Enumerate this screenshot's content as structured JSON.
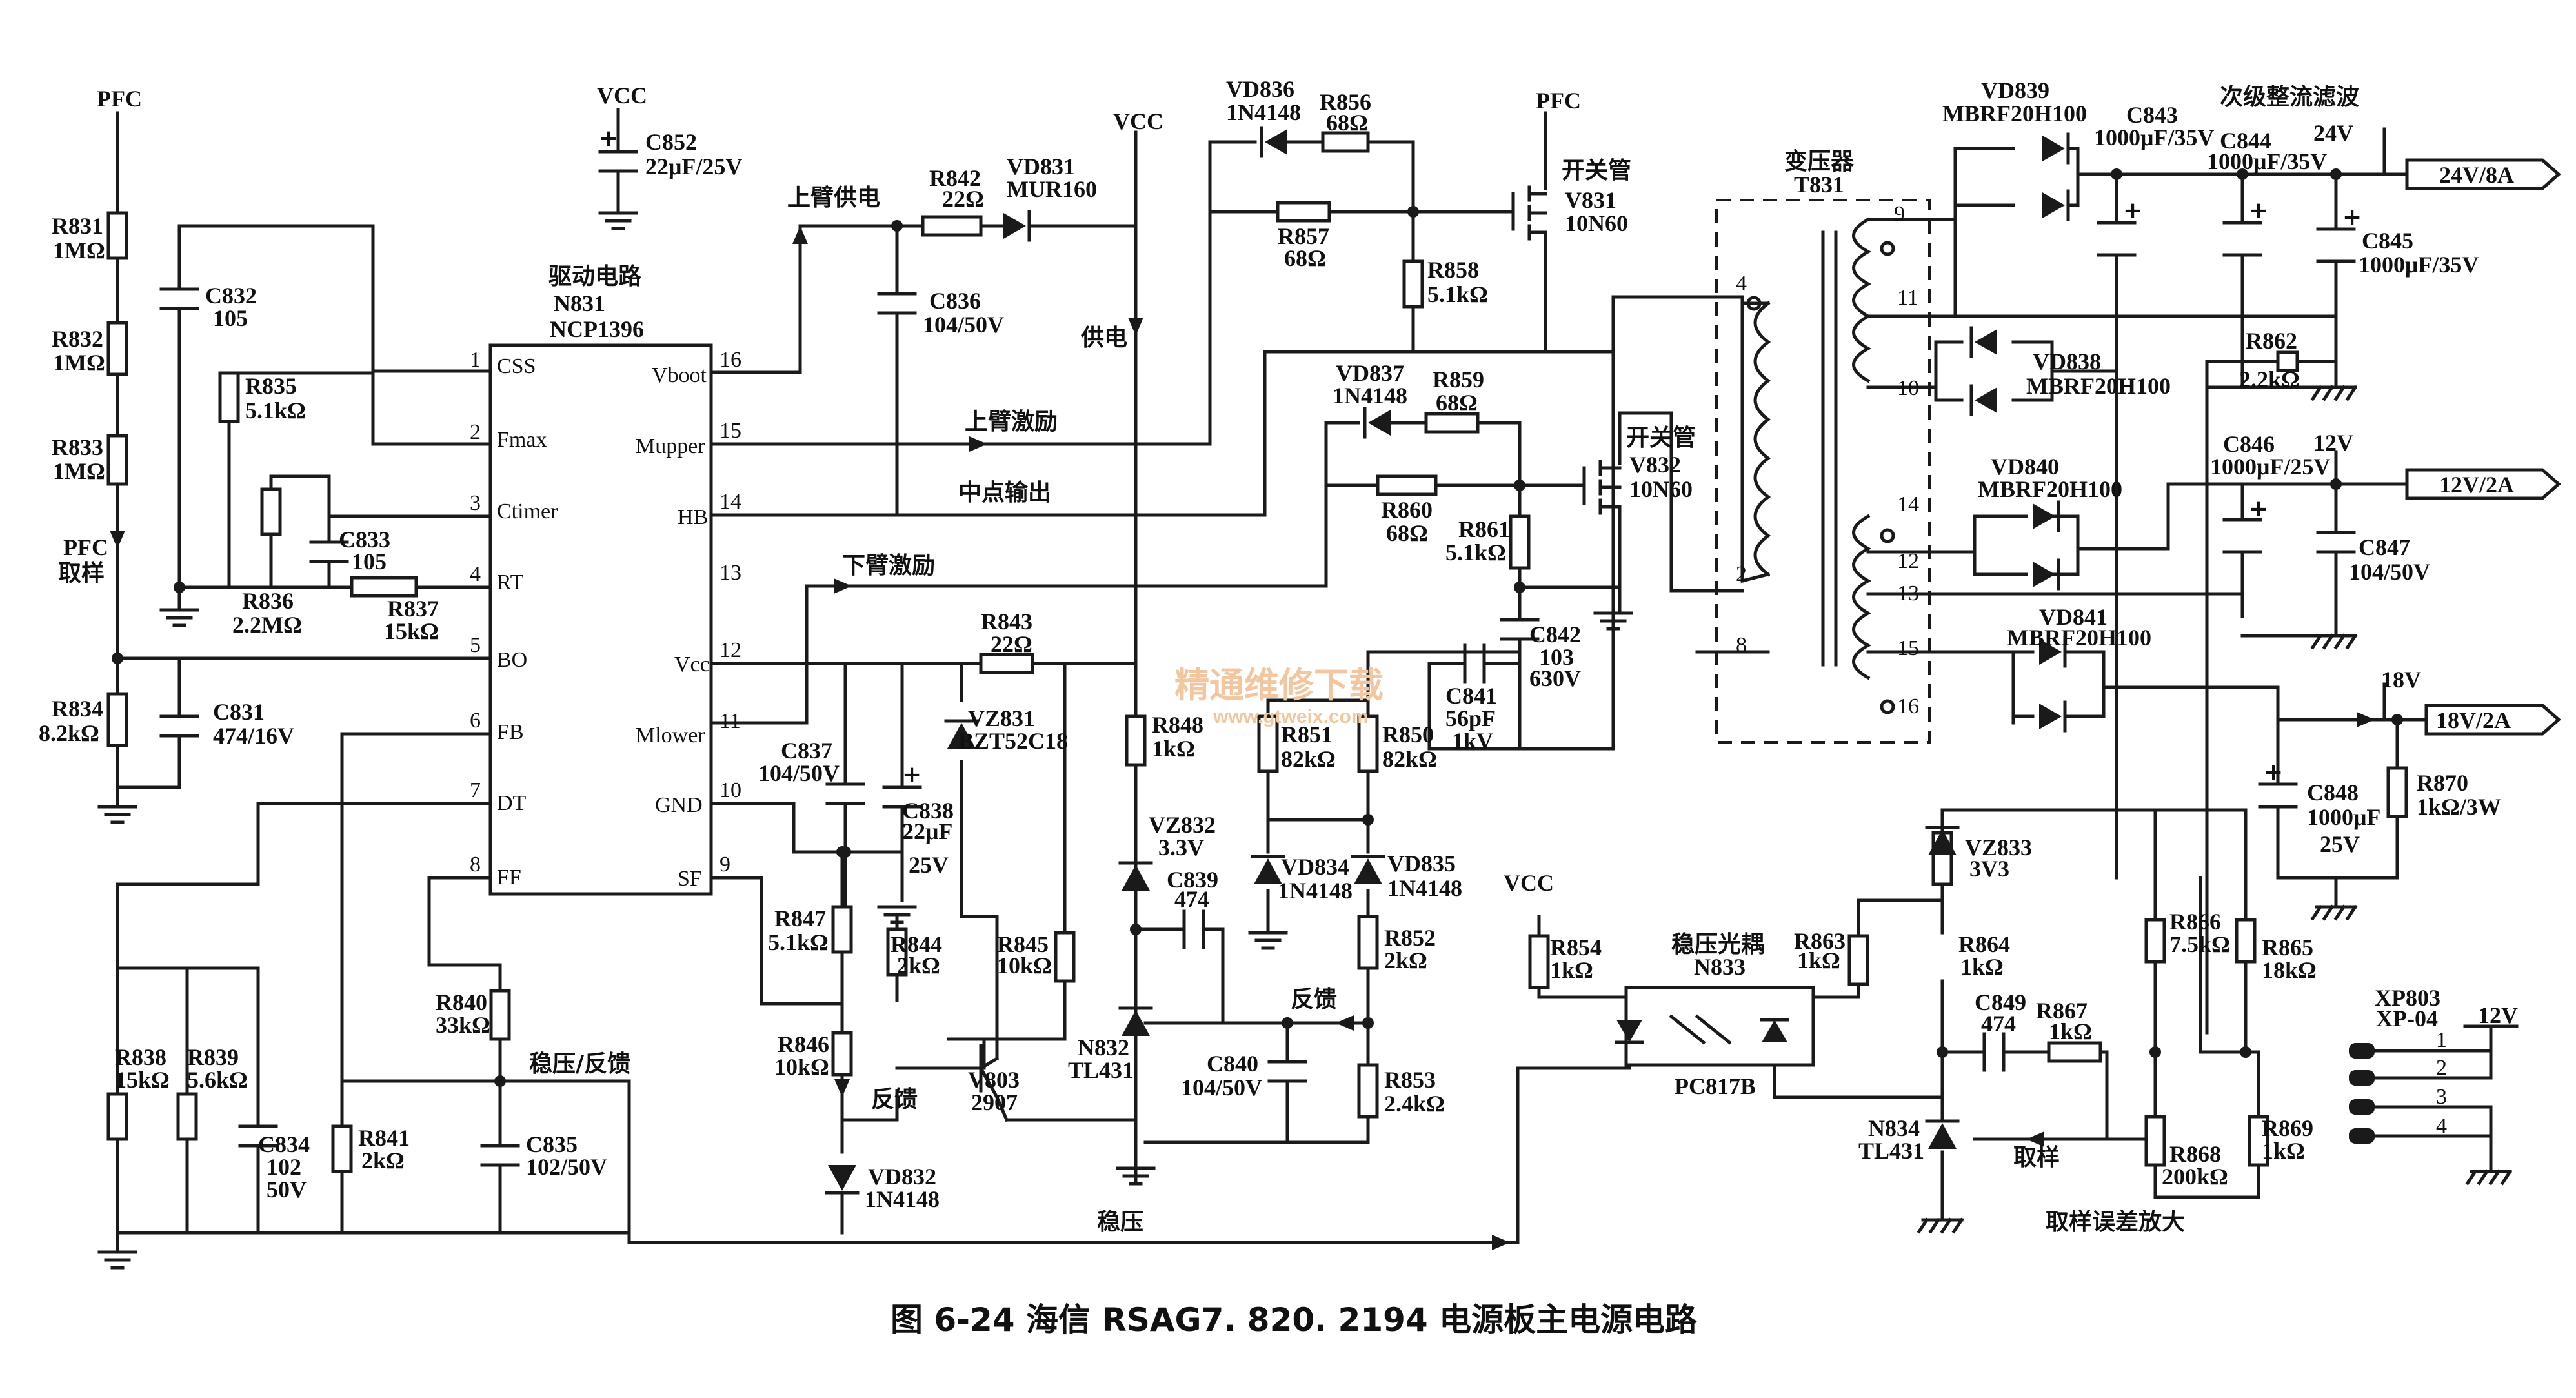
{
  "caption": "图 6-24   海信 RSAG7. 820. 2194 电源板主电源电路",
  "watermark": {
    "text": "精通维修下载",
    "url": "www.gtweix.com"
  },
  "rails": {
    "pfc1": "PFC",
    "pfc2": "PFC",
    "vcc1": "VCC",
    "vcc2": "VCC",
    "vcc3": "VCC"
  },
  "ic_driver": {
    "title": "驱动电路",
    "ref": "N831",
    "part": "NCP1396",
    "left_pins": [
      {
        "num": "1",
        "name": "CSS"
      },
      {
        "num": "2",
        "name": "Fmax"
      },
      {
        "num": "3",
        "name": "Ctimer"
      },
      {
        "num": "4",
        "name": "RT"
      },
      {
        "num": "5",
        "name": "BO"
      },
      {
        "num": "6",
        "name": "FB"
      },
      {
        "num": "7",
        "name": "DT"
      },
      {
        "num": "8",
        "name": "FF"
      }
    ],
    "right_pins": [
      {
        "num": "16",
        "name": "Vboot"
      },
      {
        "num": "15",
        "name": "Mupper"
      },
      {
        "num": "14",
        "name": "HB"
      },
      {
        "num": "13",
        "name": ""
      },
      {
        "num": "12",
        "name": "Vcc"
      },
      {
        "num": "11",
        "name": "Mlower"
      },
      {
        "num": "10",
        "name": "GND"
      },
      {
        "num": "9",
        "name": "SF"
      }
    ]
  },
  "components": {
    "r831": [
      "R831",
      "1MΩ"
    ],
    "r832": [
      "R832",
      "1MΩ"
    ],
    "r833": [
      "R833",
      "1MΩ"
    ],
    "pfc_sample": [
      "PFC",
      "取样"
    ],
    "r834": [
      "R834",
      "8.2kΩ"
    ],
    "c831": [
      "C831",
      "474/16V"
    ],
    "c832": [
      "C832",
      "105"
    ],
    "r835": [
      "R835",
      "5.1kΩ"
    ],
    "c833": [
      "C833",
      "105"
    ],
    "r836": [
      "R836",
      "2.2MΩ"
    ],
    "r837": [
      "R837",
      "15kΩ"
    ],
    "c852": [
      "C852",
      "22μF/25V"
    ],
    "r842": [
      "R842",
      "22Ω"
    ],
    "vd831": [
      "VD831",
      "MUR160"
    ],
    "c836": [
      "C836",
      "104/50V"
    ],
    "vd836": [
      "VD836",
      "1N4148"
    ],
    "r856": [
      "R856",
      "68Ω"
    ],
    "r857": [
      "R857",
      "68Ω"
    ],
    "r858": [
      "R858",
      "5.1kΩ"
    ],
    "v831": [
      "开关管",
      "V831",
      "10N60"
    ],
    "vd837": [
      "VD837",
      "1N4148"
    ],
    "r859": [
      "R859",
      "68Ω"
    ],
    "r860": [
      "R860",
      "68Ω"
    ],
    "r861": [
      "R861",
      "5.1kΩ"
    ],
    "v832": [
      "开关管",
      "V832",
      "10N60"
    ],
    "c842": [
      "C842",
      "103",
      "630V"
    ],
    "c841": [
      "C841",
      "56pF",
      "1kV"
    ],
    "t831": [
      "变压器",
      "T831"
    ],
    "r843": [
      "R843",
      "22Ω"
    ],
    "vz831": [
      "VZ831",
      "BZT52C18"
    ],
    "c837": [
      "C837",
      "104/50V"
    ],
    "c838": [
      "C838",
      "22μF",
      "25V"
    ],
    "r848": [
      "R848",
      "1kΩ"
    ],
    "r851": [
      "R851",
      "82kΩ"
    ],
    "r850": [
      "R850",
      "82kΩ"
    ],
    "vd834": [
      "VD834",
      "1N4148"
    ],
    "vd835": [
      "VD835",
      "1N4148"
    ],
    "vz832": [
      "VZ832",
      "3.3V"
    ],
    "c839": [
      "C839",
      "474"
    ],
    "r852": [
      "R852",
      "2kΩ"
    ],
    "n832": [
      "N832",
      "TL431"
    ],
    "c840": [
      "C840",
      "104/50V"
    ],
    "r853": [
      "R853",
      "2.4kΩ"
    ],
    "r847": [
      "R847",
      "5.1kΩ"
    ],
    "r844": [
      "R844",
      "2kΩ"
    ],
    "r845": [
      "R845",
      "10kΩ"
    ],
    "r846": [
      "R846",
      "10kΩ"
    ],
    "v803": [
      "V803",
      "2907"
    ],
    "vd832": [
      "VD832",
      "1N4148"
    ],
    "r838": [
      "R838",
      "15kΩ"
    ],
    "r839": [
      "R839",
      "5.6kΩ"
    ],
    "c834": [
      "C834",
      "102",
      "50V"
    ],
    "r841": [
      "R841",
      "2kΩ"
    ],
    "r840": [
      "R840",
      "33kΩ"
    ],
    "c835": [
      "C835",
      "102/50V"
    ],
    "r854": [
      "R854",
      "1kΩ"
    ],
    "n833": [
      "稳压光耦",
      "N833",
      "PC817B"
    ],
    "r863": [
      "R863",
      "1kΩ"
    ],
    "vz833": [
      "VZ833",
      "3V3"
    ],
    "r864": [
      "R864",
      "1kΩ"
    ],
    "c849": [
      "C849",
      "474"
    ],
    "r867": [
      "R867",
      "1kΩ"
    ],
    "n834": [
      "N834",
      "TL431"
    ],
    "r866": [
      "R866",
      "7.5kΩ"
    ],
    "r865": [
      "R865",
      "18kΩ"
    ],
    "r868": [
      "R868",
      "200kΩ"
    ],
    "r869": [
      "R869",
      "1kΩ"
    ],
    "vd839": [
      "VD839",
      "MBRF20H100"
    ],
    "c843": [
      "C843",
      "1000μF/35V"
    ],
    "c844": [
      "C844",
      "1000μF/35V"
    ],
    "c845": [
      "C845",
      "1000μF/35V"
    ],
    "vd838": [
      "VD838",
      "MBRF20H100"
    ],
    "r862": [
      "R862",
      "2.2kΩ"
    ],
    "vd840": [
      "VD840",
      "MBRF20H100"
    ],
    "c846": [
      "C846",
      "1000μF/25V"
    ],
    "c847": [
      "C847",
      "104/50V"
    ],
    "vd841": [
      "VD841",
      "MBRF20H100"
    ],
    "c848": [
      "C848",
      "1000μF",
      "25V"
    ],
    "r870": [
      "R870",
      "1kΩ/3W"
    ],
    "xp803": [
      "XP803",
      "XP-04",
      "12V"
    ]
  },
  "transformer_pins": [
    "9",
    "11",
    "10",
    "4",
    "2",
    "8",
    "14",
    "12",
    "13",
    "15",
    "16"
  ],
  "connector_pins": [
    "1",
    "2",
    "3",
    "4"
  ],
  "signals": {
    "upper_supply": "上臂供电",
    "supply": "供电",
    "upper_drive": "上臂激励",
    "mid_output": "中点输出",
    "lower_drive": "下臂激励",
    "feedback1": "反馈",
    "feedback2": "反馈",
    "regulation": "稳压",
    "reg_feedback": "稳压/反馈",
    "sample": "取样",
    "sample_amp": "取样误差放大",
    "secondary": "次级整流滤波"
  },
  "outputs": [
    {
      "rail": "24V",
      "label": "24V/8A"
    },
    {
      "rail": "12V",
      "label": "12V/2A"
    },
    {
      "rail": "18V",
      "label": "18V/2A"
    }
  ]
}
